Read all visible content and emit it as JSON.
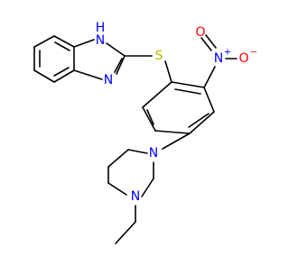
{
  "molecule": {
    "colors": {
      "bond": "#000000",
      "nitrogen": "#0000ff",
      "sulfur": "#b8b800",
      "oxygen": "#ff0000",
      "background": "#ffffff"
    },
    "atom_labels": {
      "nh": "H",
      "n_h_atom": "N",
      "n_imine": "N",
      "s": "S",
      "n_nitro": "N",
      "n_nitro_charge": "+",
      "o_top": "O",
      "o_right": "O",
      "o_right_charge": "−",
      "n_pip_1": "N",
      "n_pip_4": "N"
    }
  }
}
